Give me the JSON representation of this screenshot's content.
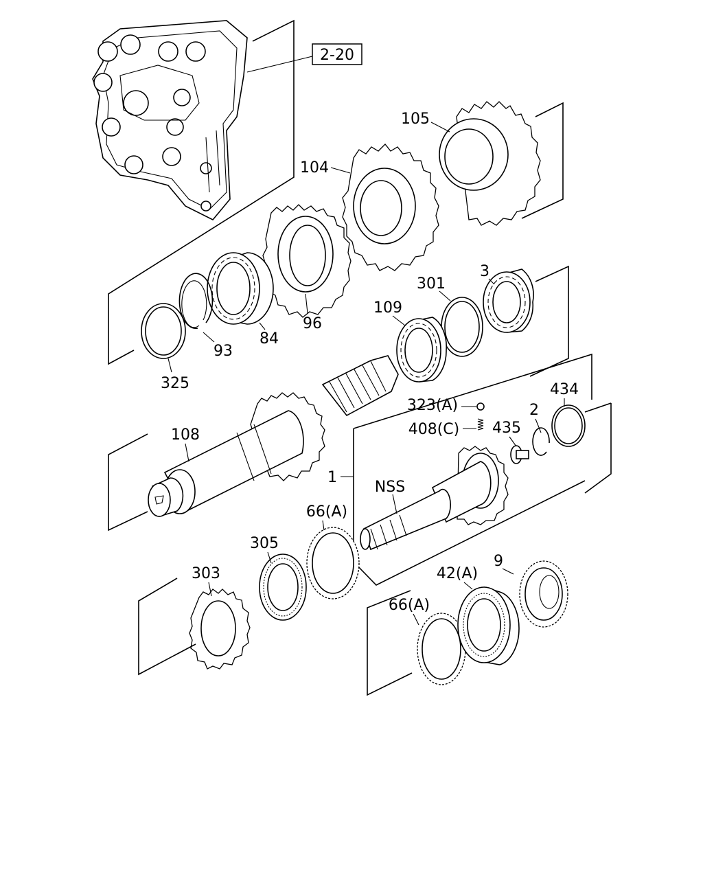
{
  "ref_box": "2-20",
  "labels": {
    "l105": "105",
    "l104": "104",
    "l96": "96",
    "l84": "84",
    "l93": "93",
    "l325": "325",
    "l3": "3",
    "l301": "301",
    "l109": "109",
    "l108": "108",
    "l434": "434",
    "l323a": "323(A)",
    "l408c": "408(C)",
    "l435": "435",
    "l2": "2",
    "l1": "1",
    "lnss": "NSS",
    "l66a_top": "66(A)",
    "l305": "305",
    "l303": "303",
    "l9": "9",
    "l42a": "42(A)",
    "l66a_bottom": "66(A)"
  }
}
